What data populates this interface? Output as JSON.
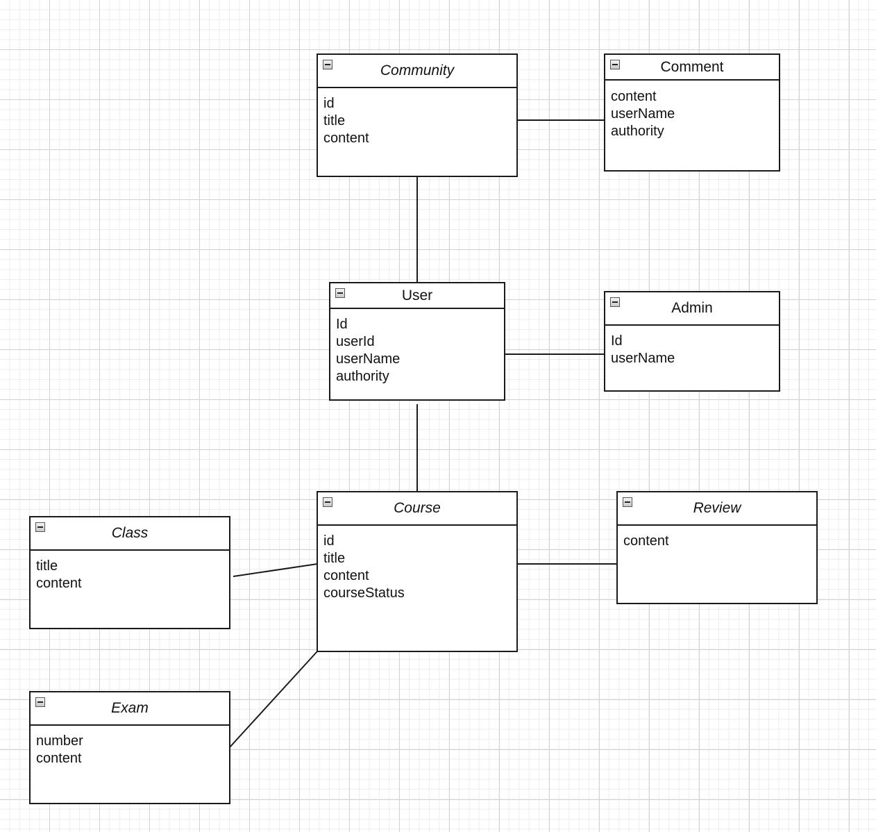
{
  "entities": {
    "community": {
      "title": "Community",
      "attributes": [
        "id",
        "title",
        "content"
      ]
    },
    "comment": {
      "title": "Comment",
      "attributes": [
        "content",
        "userName",
        "authority"
      ]
    },
    "user": {
      "title": "User",
      "attributes": [
        "Id",
        "userId",
        "userName",
        "authority"
      ]
    },
    "admin": {
      "title": "Admin",
      "attributes": [
        "Id",
        "userName"
      ]
    },
    "course": {
      "title": "Course",
      "attributes": [
        "id",
        "title",
        "content",
        "courseStatus"
      ]
    },
    "review": {
      "title": "Review",
      "attributes": [
        "content"
      ]
    },
    "class": {
      "title": "Class",
      "attributes": [
        "title",
        "content"
      ]
    },
    "exam": {
      "title": "Exam",
      "attributes": [
        "number",
        "content"
      ]
    }
  },
  "relationships": [
    [
      "community",
      "comment"
    ],
    [
      "community",
      "user"
    ],
    [
      "user",
      "admin"
    ],
    [
      "user",
      "course"
    ],
    [
      "course",
      "review"
    ],
    [
      "course",
      "class"
    ],
    [
      "course",
      "exam"
    ]
  ]
}
